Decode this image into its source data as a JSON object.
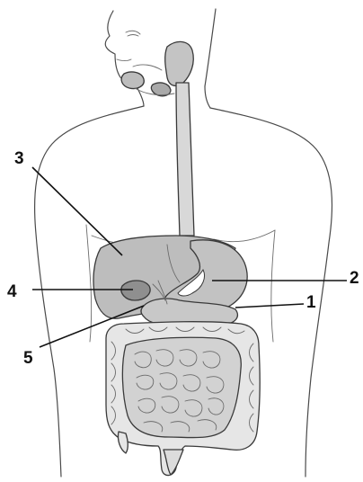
{
  "labels": [
    {
      "id": "1",
      "text": "1"
    },
    {
      "id": "2",
      "text": "2"
    },
    {
      "id": "3",
      "text": "3"
    },
    {
      "id": "4",
      "text": "4"
    },
    {
      "id": "5",
      "text": "5"
    }
  ],
  "colors": {
    "organ_fill": "#b9b9b9",
    "organ_dark": "#8f8f8f",
    "outline": "#3a3a3a"
  }
}
